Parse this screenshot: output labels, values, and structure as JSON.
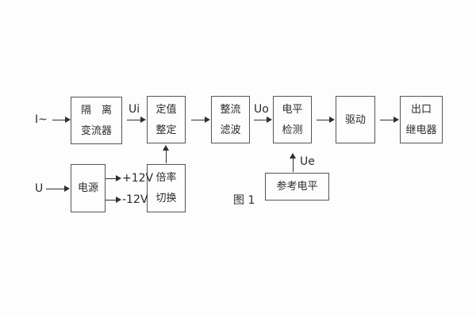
{
  "figure": {
    "caption": "图 1",
    "colors": {
      "background": "#fdfdfd",
      "box_border": "#555555",
      "text": "#2b2b2b",
      "line": "#2f2f2f"
    }
  },
  "boxes": {
    "isolation": {
      "line1": "隔　离",
      "line2": "变流器"
    },
    "setting": {
      "line1": "定值",
      "line2": "整定"
    },
    "rectifier": {
      "line1": "整流",
      "line2": "滤波"
    },
    "level": {
      "line1": "电平",
      "line2": "检测"
    },
    "drive": {
      "line1": "驱动"
    },
    "relay": {
      "line1": "出口",
      "line2": "继电器"
    },
    "power": {
      "line1": "电源"
    },
    "multiplier": {
      "line1": "倍率",
      "line2": "切换"
    },
    "reference": {
      "line1": "参考电平"
    }
  },
  "signals": {
    "input_current": "I~",
    "input_voltage": "U",
    "ui": "Ui",
    "uo": "Uo",
    "ue": "Ue",
    "plus12": "+12V",
    "minus12": "-12V"
  }
}
